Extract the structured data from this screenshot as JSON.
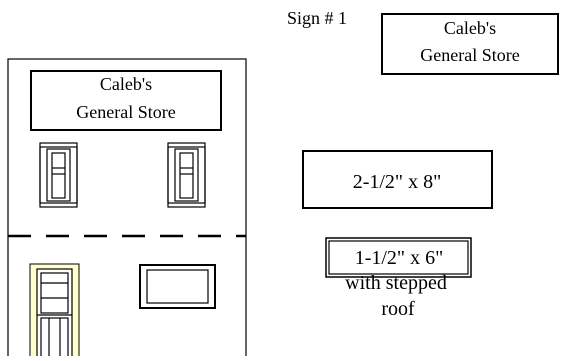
{
  "sign_number_label": "Sign # 1",
  "sign_box": {
    "line1": "Caleb's",
    "line2": "General Store"
  },
  "facade_sign": {
    "line1": "Caleb's",
    "line2": "General Store"
  },
  "size_box_large": {
    "text": "2-1/2\" x 8\""
  },
  "size_box_small": {
    "text": "1-1/2\" x 6\""
  },
  "note": {
    "line1": "with stepped",
    "line2": "roof"
  },
  "colors": {
    "door_highlight": "#ffffcc",
    "line": "#000000",
    "background": "#ffffff"
  }
}
